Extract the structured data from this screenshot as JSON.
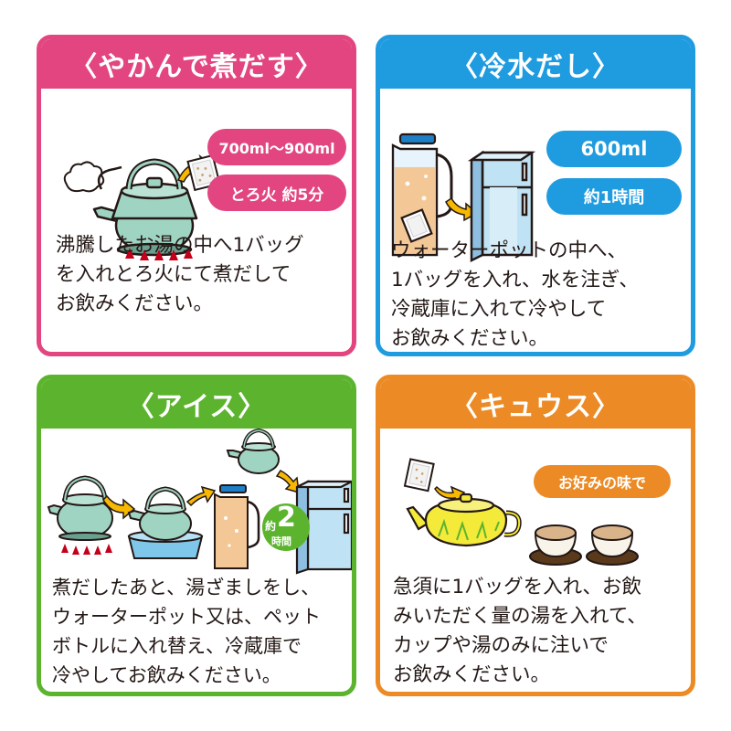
{
  "colors": {
    "pink": "#e2457f",
    "blue": "#1f9be0",
    "green": "#5cb42e",
    "orange": "#ec8b26",
    "text": "#231815"
  },
  "cards": {
    "kettle": {
      "title": "〈やかんで煮だす〉",
      "volume": "700ml〜900ml",
      "time": "とろ火 約5分",
      "body": "沸騰したお湯の中へ1バッグ\nを入れとろ火にて煮だして\nお飲みください。",
      "icons": [
        "tea-bag-icon",
        "kettle-icon",
        "flame-icon",
        "arrow-icon"
      ]
    },
    "cold_brew": {
      "title": "〈冷水だし〉",
      "volume": "600ml",
      "time": "約1時間",
      "body": "ウォーターポットの中へ、\n1バッグを入れ、水を注ぎ、\n冷蔵庫に入れて冷やして\nお飲みください。",
      "icons": [
        "water-pot-icon",
        "refrigerator-icon",
        "arrow-icon"
      ]
    },
    "iced": {
      "title": "〈アイス〉",
      "badge_prefix": "約",
      "badge_number": "2",
      "badge_suffix": "時間",
      "body": "煮だしたあと、湯ざましをし、\nウォーターポット又は、ペット\nボトルに入れ替え、冷蔵庫で\n冷やしてお飲みください。",
      "icons": [
        "kettle-icon",
        "ice-bath-icon",
        "water-pot-icon",
        "refrigerator-icon",
        "arrow-icon"
      ]
    },
    "kyusu": {
      "title": "〈キュウス〉",
      "badge": "お好みの味で",
      "body": "急須に1バッグを入れ、お飲\nみいただく量の湯を入れて、\nカップや湯のみに注いで\nお飲みください。",
      "icons": [
        "tea-bag-icon",
        "teapot-icon",
        "teacup-icon",
        "arrow-icon"
      ]
    }
  }
}
